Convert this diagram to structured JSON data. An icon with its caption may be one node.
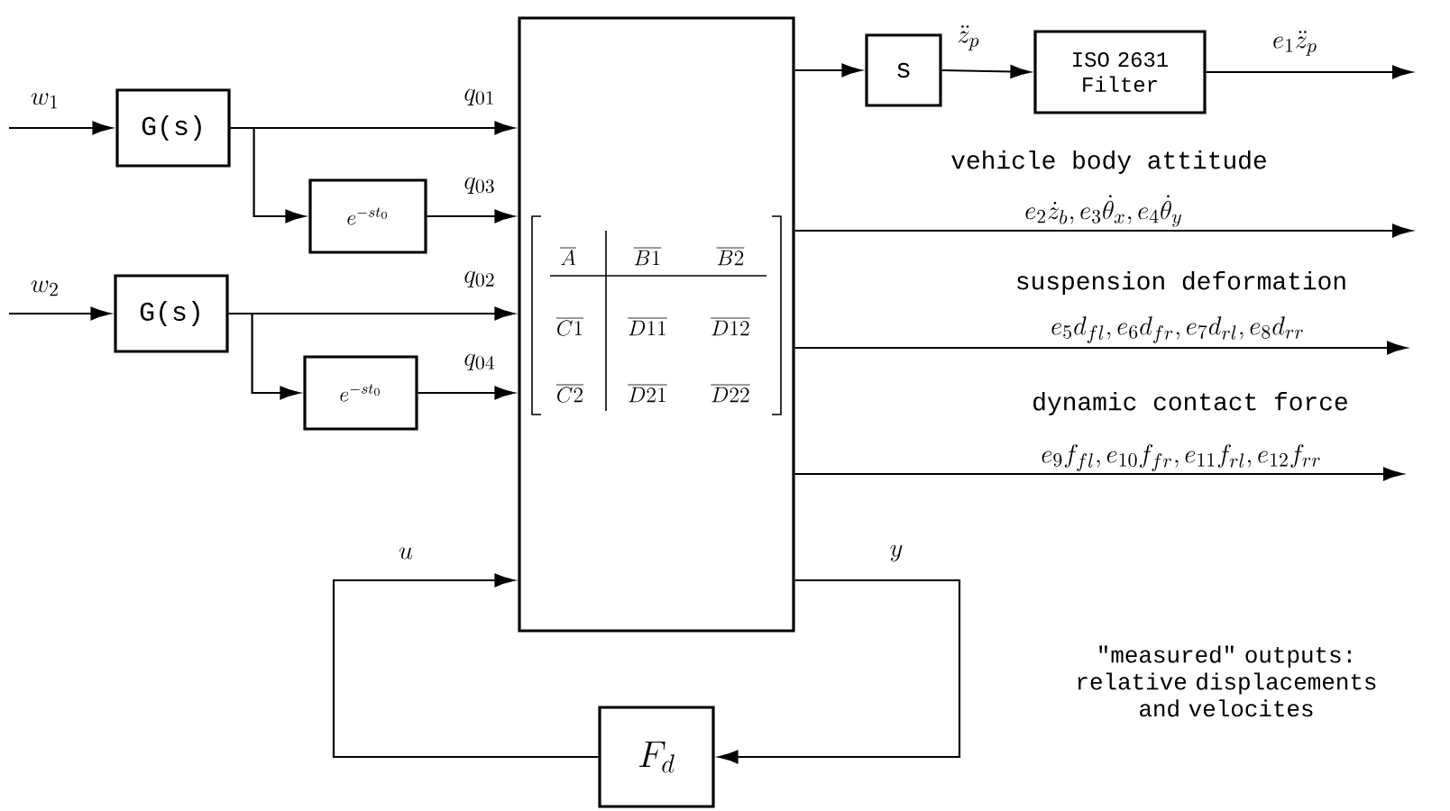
{
  "diagram": {
    "nodes": [
      {
        "text": [
          "G(s)"
        ]
      },
      {
        "text": [
          "e^{-st_0}"
        ]
      },
      {
        "text": [
          "G(s)"
        ]
      },
      {
        "text": [
          "e^{-st_0}"
        ]
      },
      {
        "text": [],
        "shape": "box"
      },
      {
        "text": [
          "s"
        ]
      },
      {
        "text": [
          "ISO 2631 Filter"
        ]
      },
      {
        "text": [
          "F_d"
        ]
      }
    ],
    "edges": [
      {
        "from": null,
        "to": 0,
        "arrow": "to",
        "label": "w_1"
      },
      {
        "from": 0,
        "to": 4,
        "arrow": "to",
        "label": "q_{01}"
      },
      {
        "from": 0,
        "to": 1,
        "arrow": "to"
      },
      {
        "from": 1,
        "to": 4,
        "arrow": "to",
        "label": "q_{03}"
      },
      {
        "from": null,
        "to": 2,
        "arrow": "to",
        "label": "w_2"
      },
      {
        "from": 2,
        "to": 4,
        "arrow": "to",
        "label": "q_{02}"
      },
      {
        "from": 2,
        "to": 3,
        "arrow": "to"
      },
      {
        "from": 3,
        "to": 4,
        "arrow": "to",
        "label": "q_{04}"
      },
      {
        "from": 4,
        "to": 5,
        "arrow": "to"
      },
      {
        "from": 5,
        "to": 6,
        "arrow": "to",
        "label": "\\ddot{z}_p"
      },
      {
        "from": 6,
        "to": null,
        "arrow": "to",
        "label": "e_1\\ddot{z}_p"
      },
      {
        "from": 4,
        "to": null,
        "arrow": "to",
        "label": "vehicle body attitude"
      },
      {
        "from": 4,
        "to": null,
        "arrow": "to",
        "label": "suspension deformation"
      },
      {
        "from": 4,
        "to": null,
        "arrow": "to",
        "label": "dynamic contact force"
      },
      {
        "from": 4,
        "to": 7,
        "arrow": "to",
        "label": "y"
      },
      {
        "from": 7,
        "to": 4,
        "arrow": "to",
        "label": "u"
      }
    ],
    "labels": [
      "\\overline{A}",
      "\\overline{B1}",
      "\\overline{B2}",
      "\\overline{C1}",
      "\\overline{D11}",
      "\\overline{D12}",
      "\\overline{C2}",
      "\\overline{D21}",
      "\\overline{D22}",
      "e_2\\dot{z}_b, e_3\\dot{\\theta}_x, e_4\\dot{\\theta}_y",
      "e_5 d_{fl}, e_6 d_{fr}, e_7 d_{rl}, e_8 d_{rr}",
      "e_9 f_{fl}, e_{10} f_{fr}, e_{11} f_{rl}, e_{12} f_{rr}",
      "\"measured\" outputs: relative displacements and velocites"
    ]
  }
}
